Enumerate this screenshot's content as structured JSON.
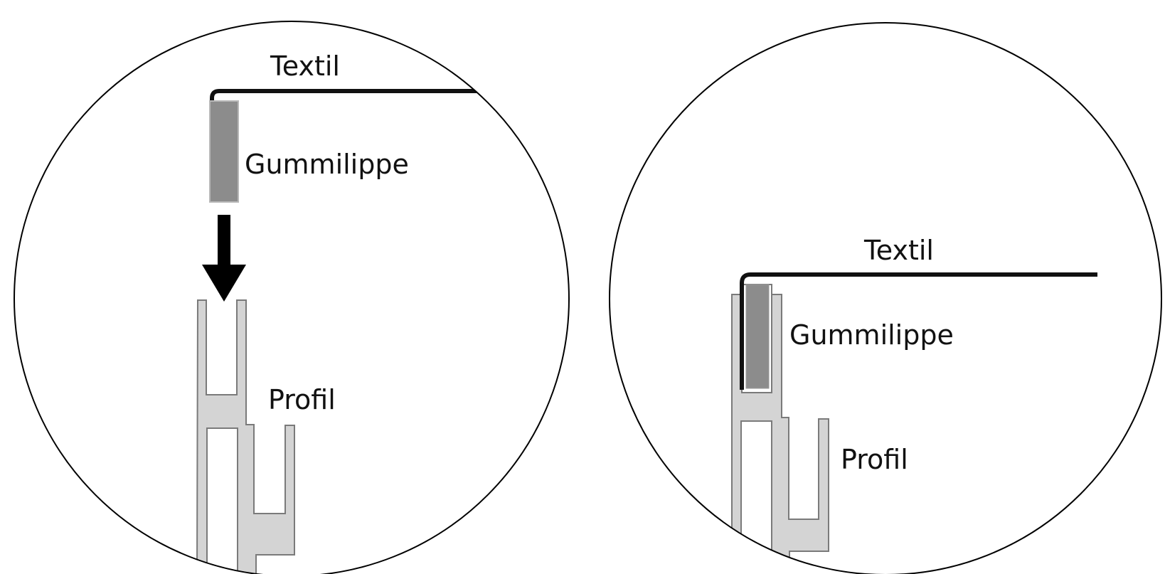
{
  "panels": [
    {
      "id": "before",
      "labels": {
        "textile": "Textil",
        "rubber_lip": "Gummilippe",
        "profile": "Profil"
      }
    },
    {
      "id": "after",
      "labels": {
        "textile": "Textil",
        "rubber_lip": "Gummilippe",
        "profile": "Profil"
      }
    }
  ],
  "colors": {
    "outline": "#000000",
    "textile_line": "#111111",
    "rubber_lip": "#8c8c8c",
    "profile_fill": "#d4d4d4",
    "profile_stroke": "#7a7a7a",
    "arrow": "#000000",
    "background": "#ffffff"
  },
  "icons": {
    "insert_direction": "arrow-down-icon"
  }
}
